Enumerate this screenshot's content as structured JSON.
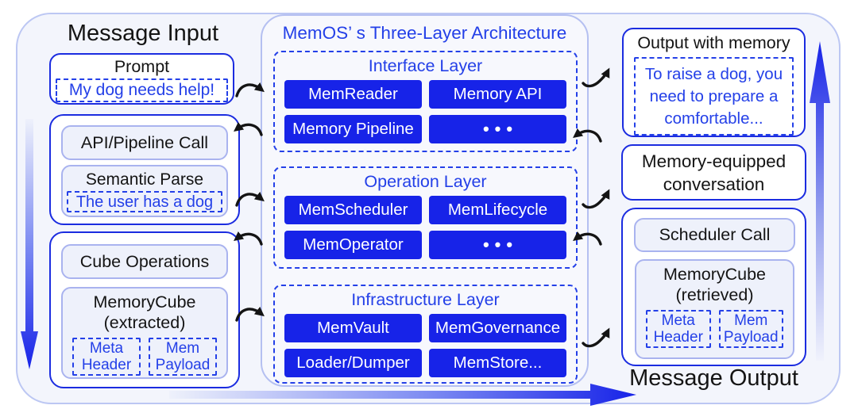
{
  "left": {
    "title": "Message Input",
    "prompt": {
      "label": "Prompt",
      "value": "My dog needs help!"
    },
    "api_group": {
      "call_label": "API/Pipeline Call",
      "parse_label": "Semantic Parse",
      "parse_value": "The user has a dog"
    },
    "cube_group": {
      "ops_label": "Cube Operations",
      "cube_label": "MemoryCube",
      "cube_sublabel": "(extracted)",
      "meta": "Meta Header",
      "payload": "Mem Payload"
    }
  },
  "center": {
    "title": "MemOS’ s Three-Layer Architecture",
    "layers": [
      {
        "name": "Interface Layer",
        "items": [
          "MemReader",
          "Memory API",
          "Memory Pipeline",
          "•••"
        ]
      },
      {
        "name": "Operation Layer",
        "items": [
          "MemScheduler",
          "MemLifecycle",
          "MemOperator",
          "•••"
        ]
      },
      {
        "name": "Infrastructure Layer",
        "items": [
          "MemVault",
          "MemGovernance",
          "Loader/Dumper",
          "MemStore..."
        ]
      }
    ]
  },
  "right": {
    "output_box": {
      "label": "Output with memory",
      "value": "To raise a dog, you need to prepare a comfortable..."
    },
    "conversation_label": "Memory-equipped conversation",
    "scheduler_group": {
      "call_label": "Scheduler Call",
      "cube_label": "MemoryCube",
      "cube_sublabel": "(retrieved)",
      "meta": "Meta Header",
      "payload": "Mem Payload"
    },
    "title": "Message Output"
  },
  "icons": {
    "curve_arrow_right": "black curved arrow pointing right",
    "curve_arrow_left": "black curved arrow pointing left",
    "curve_arrow_up_right": "black curved arrow pointing up-right",
    "flow_arrow_down": "blue gradient arrow pointing down",
    "flow_arrow_up": "blue gradient arrow pointing up",
    "flow_arrow_right": "blue gradient arrow pointing right"
  },
  "colors": {
    "primary_blue": "#1723e8",
    "box_border_blue": "#1b2ce0",
    "dashed_blue": "#2440e8",
    "text_black": "#141414",
    "light_box_bg": "#eef1fb",
    "light_box_border": "#a9b3ef",
    "panel_bg": "#f7f8fd",
    "panel_border": "#b5c0f1",
    "outer_bg": "#f3f5fc",
    "outer_border": "#bcc7f3"
  }
}
